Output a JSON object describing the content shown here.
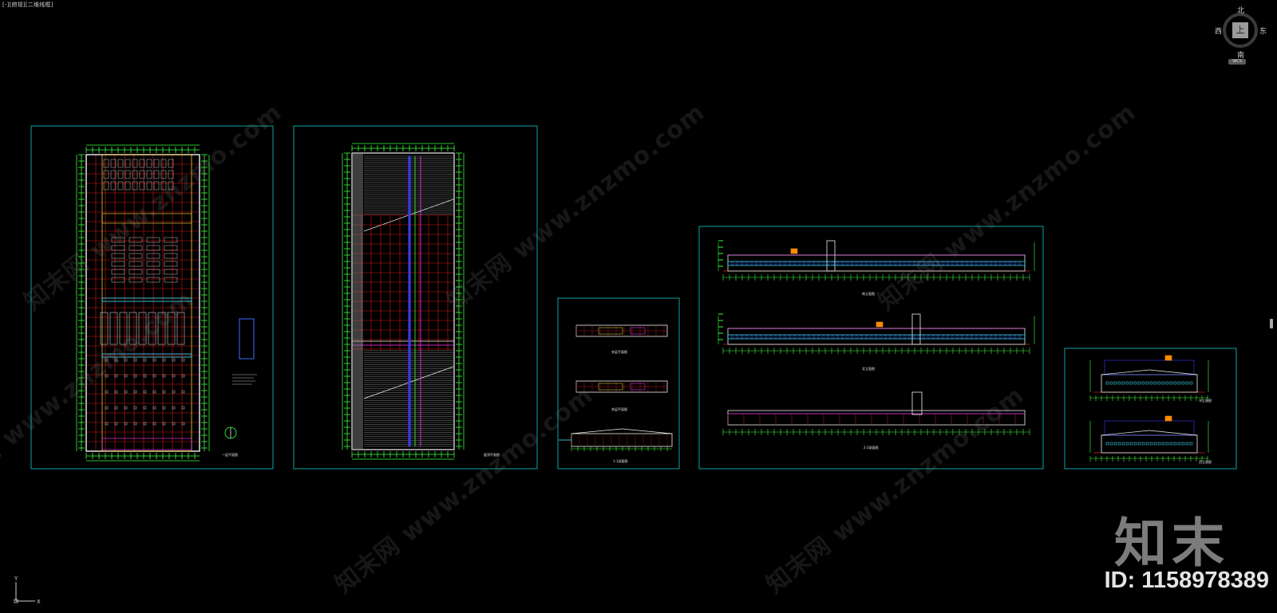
{
  "viewport": {
    "label": "[-][俯视][二维线框]"
  },
  "viewcube": {
    "north": "北",
    "south": "南",
    "east": "东",
    "west": "西",
    "top": "上",
    "wcs_label": "WCS"
  },
  "ucs": {
    "x": "X",
    "y": "Y"
  },
  "sheets": [
    {
      "caption": "一层平面图"
    },
    {
      "caption": "屋顶平面图"
    },
    {
      "captions": [
        "夹层平面图",
        "夹层平面图",
        "1-1剖面图"
      ]
    },
    {
      "captions": [
        "南立面图",
        "北立面图",
        "2-2剖面图"
      ]
    },
    {
      "captions": [
        "东立面图",
        "西立面图"
      ]
    }
  ],
  "watermark": {
    "site": "www.znzmo.com",
    "brand": "知末网",
    "logo": "知末",
    "id": "ID: 1158978389"
  },
  "colors": {
    "frame": "#0aa3a3",
    "grid_red": "#d01818",
    "dim_green": "#3cff3c",
    "wall_white": "#f0f0f0",
    "magenta": "#ff3cff",
    "cyan": "#3ce6ff",
    "yellow": "#ffe03c",
    "orange": "#ff8a00"
  }
}
